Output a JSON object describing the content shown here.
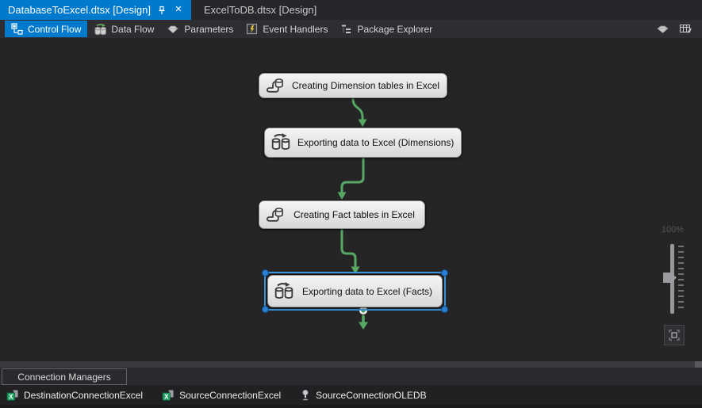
{
  "tabs": {
    "active": {
      "label": "DatabaseToExcel.dtsx [Design]"
    },
    "inactive": {
      "label": "ExcelToDB.dtsx [Design]"
    }
  },
  "toolbar": {
    "items": [
      {
        "label": "Control Flow",
        "icon": "control-flow-icon",
        "selected": true
      },
      {
        "label": "Data Flow",
        "icon": "data-flow-icon",
        "selected": false
      },
      {
        "label": "Parameters",
        "icon": "parameters-icon",
        "selected": false
      },
      {
        "label": "Event Handlers",
        "icon": "event-handlers-icon",
        "selected": false
      },
      {
        "label": "Package Explorer",
        "icon": "package-explorer-icon",
        "selected": false
      }
    ],
    "right_icons": [
      "parameters-gem-icon",
      "variables-grid-icon"
    ]
  },
  "canvas": {
    "nodes": [
      {
        "label": "Creating Dimension tables in Excel",
        "type": "execute-sql-task",
        "selected": false
      },
      {
        "label": "Exporting data to Excel (Dimensions)",
        "type": "data-flow-task",
        "selected": false
      },
      {
        "label": "Creating Fact tables in Excel",
        "type": "execute-sql-task",
        "selected": false
      },
      {
        "label": "Exporting data to Excel (Facts)",
        "type": "data-flow-task",
        "selected": true
      }
    ],
    "zoom": {
      "level_label": "100%"
    },
    "colors": {
      "arrow_green": "#57a865",
      "selection_blue": "#3a96dd",
      "accent_blue": "#007acc"
    }
  },
  "connection_managers": {
    "title": "Connection Managers",
    "items": [
      {
        "label": "DestinationConnectionExcel",
        "type": "excel-connection"
      },
      {
        "label": "SourceConnectionExcel",
        "type": "excel-connection"
      },
      {
        "label": "SourceConnectionOLEDB",
        "type": "oledb-connection"
      }
    ]
  }
}
